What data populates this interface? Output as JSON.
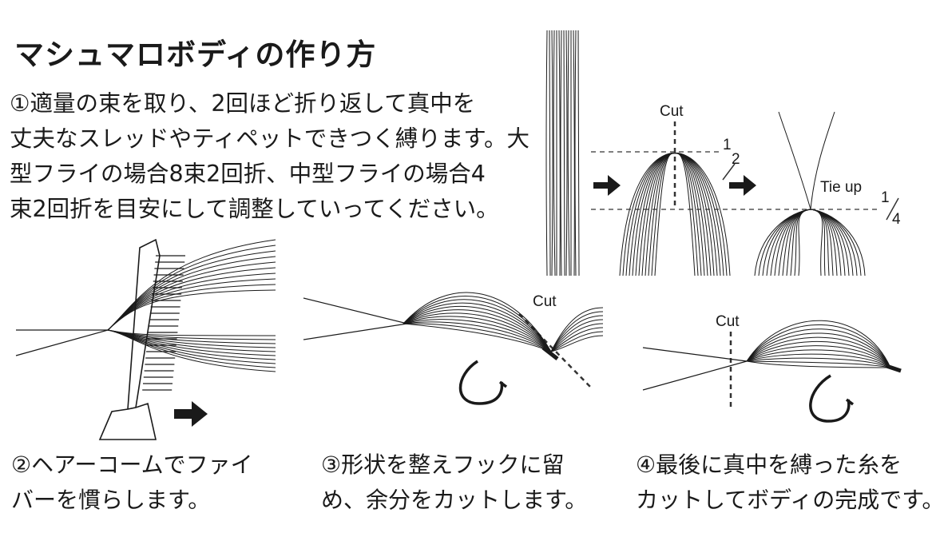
{
  "title": "マシュマロボディの作り方",
  "step1": {
    "lines": [
      "①適量の束を取り、2回ほど折り返して真中を",
      "丈夫なスレッドやティペットできつく縛ります。大",
      "型フライの場合8束2回折、中型フライの場合4",
      "束2回折を目安にして調整していってください。"
    ]
  },
  "diagram_labels": {
    "cut_1": "Cut",
    "half_num": "1",
    "half_den": "2",
    "tie_up": "Tie up",
    "quarter_num": "1",
    "quarter_den": "4",
    "cut_2": "Cut",
    "cut_3": "Cut"
  },
  "step2": {
    "lines": [
      "②ヘアーコームでファイ",
      "バーを慣らします。"
    ]
  },
  "step3": {
    "lines": [
      "③形状を整えフックに留",
      "め、余分をカットします。"
    ]
  },
  "step4": {
    "lines": [
      "④最後に真中を縛った糸を",
      "カットしてボディの完成です。"
    ]
  }
}
